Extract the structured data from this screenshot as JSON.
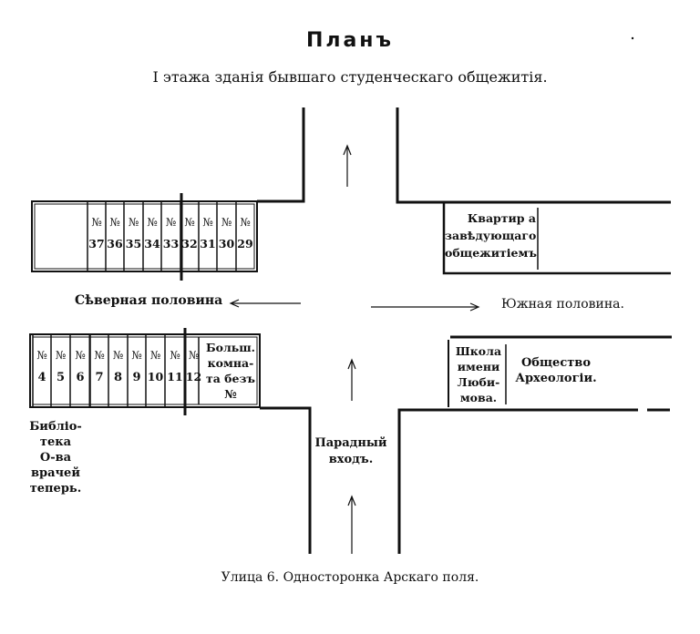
{
  "title": "Планъ",
  "subtitle": "I этажа зданія бывшаго студенческаго общежитія.",
  "north_half_label": "Сѣверная половина",
  "south_half_label": "Южная половина.",
  "north_rooms": [
    {
      "sign": "№",
      "num": "37"
    },
    {
      "sign": "№",
      "num": "36"
    },
    {
      "sign": "№",
      "num": "35"
    },
    {
      "sign": "№",
      "num": "34"
    },
    {
      "sign": "№",
      "num": "33"
    },
    {
      "sign": "№",
      "num": "32"
    },
    {
      "sign": "№",
      "num": "31"
    },
    {
      "sign": "№",
      "num": "30"
    },
    {
      "sign": "№",
      "num": "29"
    }
  ],
  "south_rooms": [
    {
      "sign": "№",
      "num": "4"
    },
    {
      "sign": "№",
      "num": "5"
    },
    {
      "sign": "№",
      "num": "6"
    },
    {
      "sign": "№",
      "num": "7"
    },
    {
      "sign": "№",
      "num": "8"
    },
    {
      "sign": "№",
      "num": "9"
    },
    {
      "sign": "№",
      "num": "10"
    },
    {
      "sign": "№",
      "num": "11"
    },
    {
      "sign": "№",
      "num": "12"
    }
  ],
  "big_room": [
    "Больш.",
    "комна-",
    "та безъ",
    "№"
  ],
  "manager_apartment": [
    "Квартир а",
    "завѣдующаго",
    "общежитіемъ"
  ],
  "lyubimov_school": [
    "Школа",
    "имени",
    "Люби-",
    "мова."
  ],
  "archaeology_society": [
    "Общество",
    "Археологіи."
  ],
  "library": [
    "Библіо-",
    "тека",
    "О-ва",
    "врачей",
    "теперь."
  ],
  "main_entrance": [
    "Парадный",
    "входъ."
  ],
  "street_caption": "Улица 6. Односторонка Арскаго поля."
}
